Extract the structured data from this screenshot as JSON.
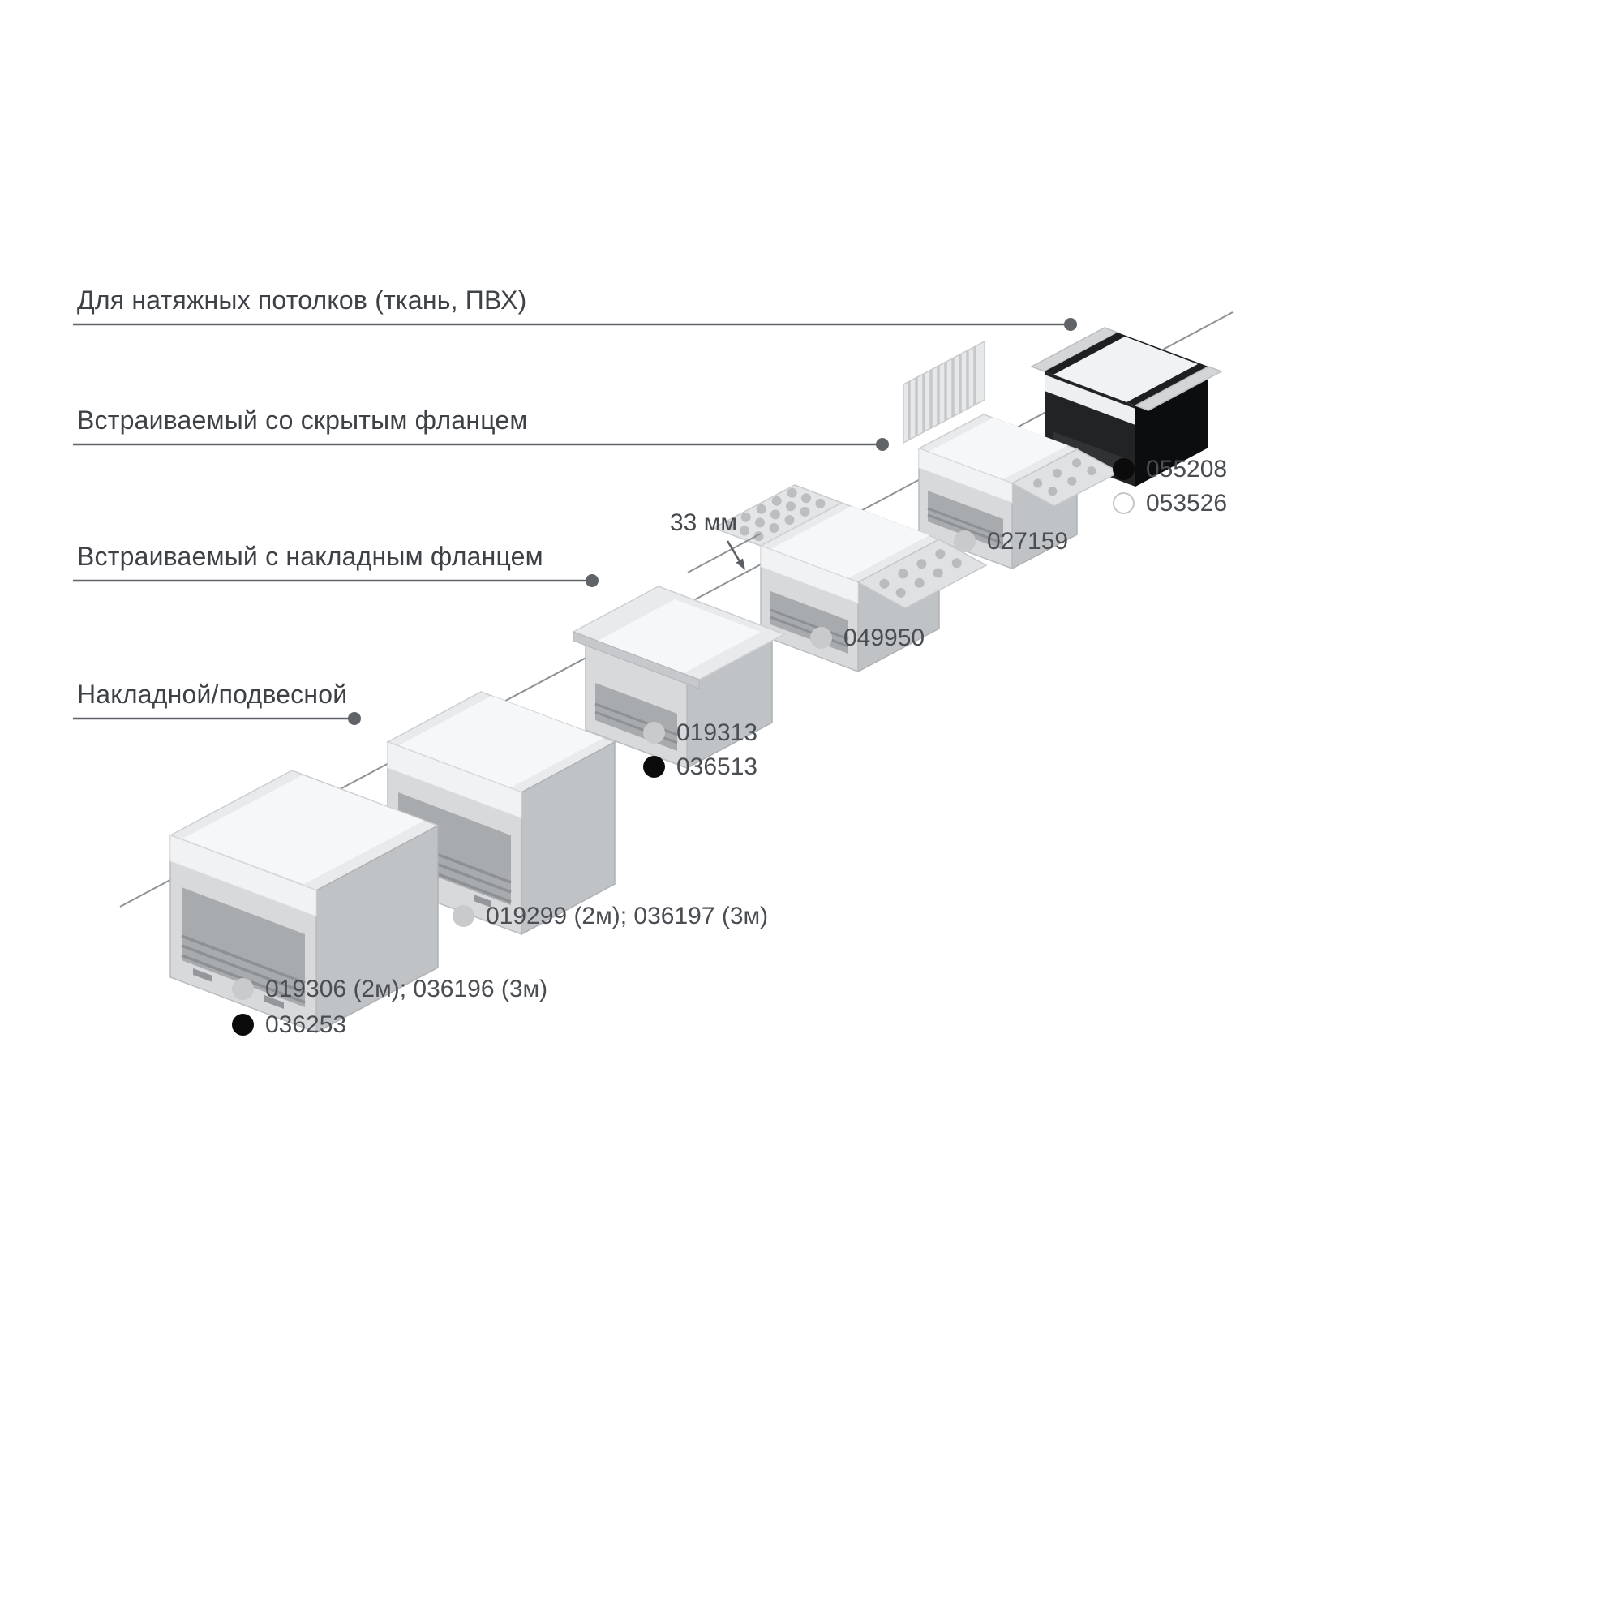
{
  "categories": [
    {
      "label": "Для натяжных потолков (ткань, ПВХ)"
    },
    {
      "label": "Встраиваемый со скрытым фланцем"
    },
    {
      "label": "Встраиваемый с накладным фланцем"
    },
    {
      "label": "Накладной/подвесной"
    }
  ],
  "dimension": {
    "label": "33 мм"
  },
  "products": [
    {
      "name": "surface-suspended-profile-large",
      "codes": [
        {
          "text": "019306 (2м); 036196 (3м)",
          "finish": "silver"
        },
        {
          "text": "036253",
          "finish": "black"
        }
      ]
    },
    {
      "name": "surface-suspended-profile-tall",
      "codes": [
        {
          "text": "019299 (2м); 036197 (3м)",
          "finish": "silver"
        }
      ]
    },
    {
      "name": "recessed-surface-flange-profile",
      "codes": [
        {
          "text": "019313",
          "finish": "silver"
        },
        {
          "text": "036513",
          "finish": "black"
        }
      ]
    },
    {
      "name": "recessed-hidden-flange-profile",
      "codes": [
        {
          "text": "049950",
          "finish": "silver"
        }
      ]
    },
    {
      "name": "recessed-hidden-flange-profile-2",
      "codes": [
        {
          "text": "027159",
          "finish": "silver"
        }
      ]
    },
    {
      "name": "stretch-ceiling-profile",
      "codes": [
        {
          "text": "055208",
          "finish": "black"
        },
        {
          "text": "053526",
          "finish": "white"
        }
      ]
    }
  ],
  "legend_colors": {
    "silver": "#c8cacc",
    "black": "#0b0b0b",
    "white": "#ffffff"
  }
}
